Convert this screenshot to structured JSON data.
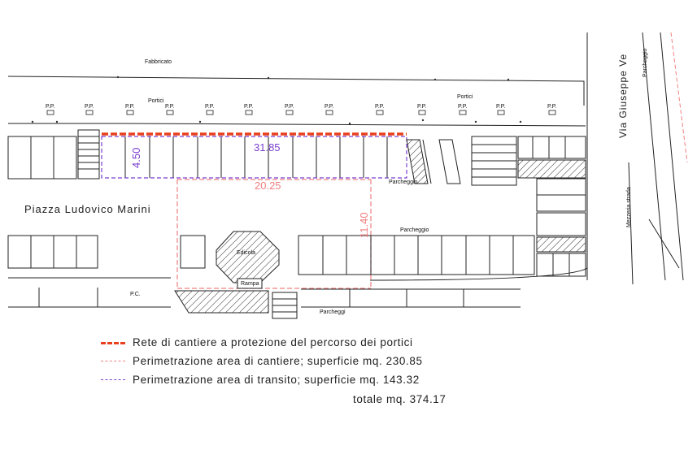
{
  "labels": {
    "fabbricato": "Fabbricato",
    "portici_left": "Portici",
    "portici_right": "Portici",
    "pp": "P.P.",
    "pc": "P.C.",
    "piazza": "Piazza Ludovico Marini",
    "parcheggio_upper": "Parcheggio",
    "parcheggio_lower": "Parcheggio",
    "parcheggi_bottom": "Parcheggi",
    "parcheggio_vertical": "Parcheggio",
    "edicola": "Edicola",
    "rampa": "Rampa",
    "via": "Via Giuseppe Ve",
    "mezzeria": "Mezzeria strada"
  },
  "dimensions": {
    "d1": "31.85",
    "d2": "4.50",
    "d3": "20.25",
    "d4": "11.40"
  },
  "legend": {
    "items": [
      {
        "text": "Rete di cantiere a protezione del percorso dei portici",
        "color": "#e8401c",
        "style": "thick-dash"
      },
      {
        "text": "Perimetrazione area di cantiere; superficie mq. 230.85",
        "color": "#f08080",
        "style": "dash"
      },
      {
        "text": "Perimetrazione area di transito; superficie mq. 143.32",
        "color": "#7a3fd0",
        "style": "dash"
      }
    ],
    "total": "totale mq. 374.17"
  },
  "colors": {
    "fence": "#e8401c",
    "site": "#f08080",
    "transit": "#7a3fd0",
    "lines": "#222222"
  }
}
